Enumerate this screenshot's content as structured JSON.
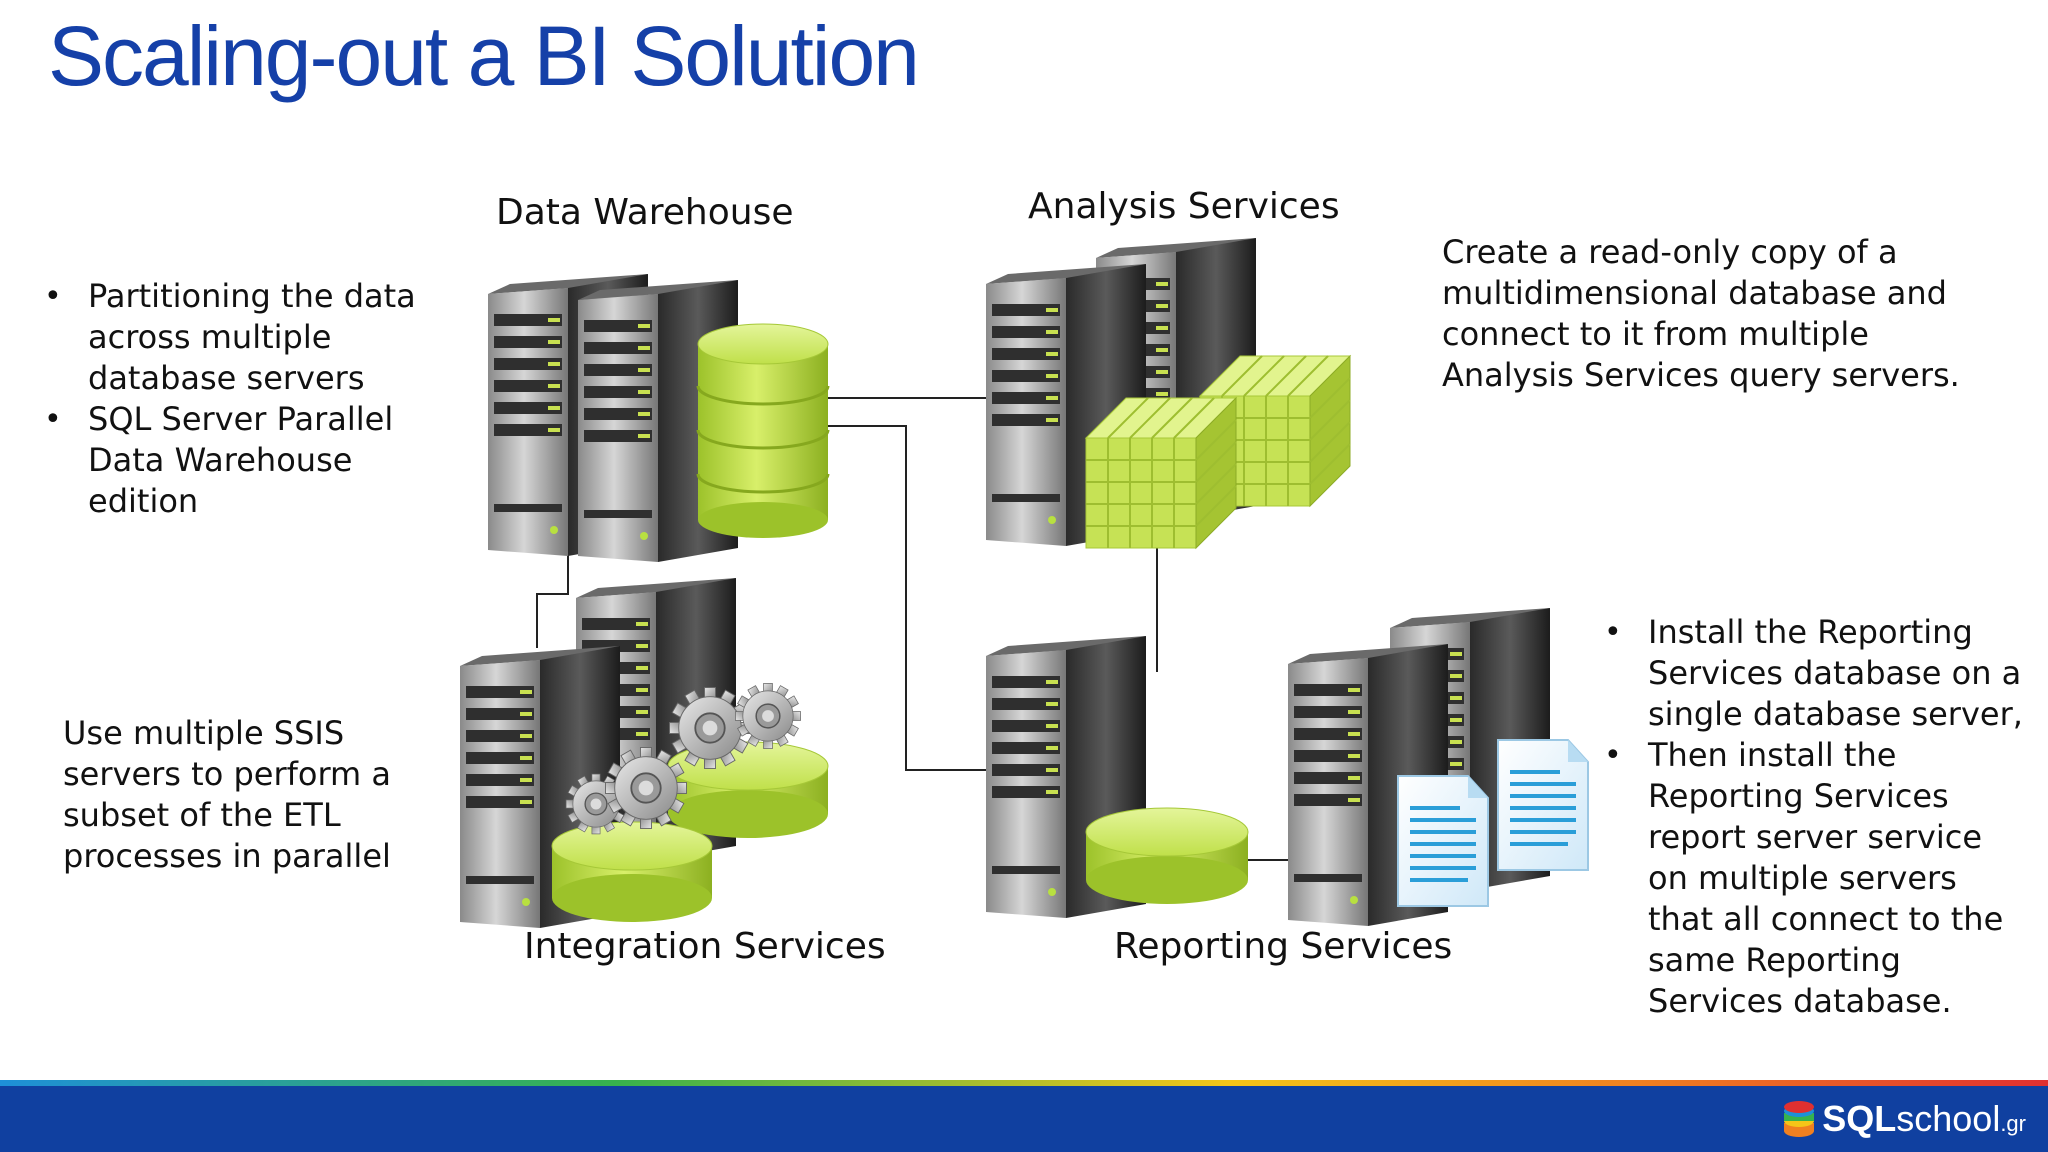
{
  "slide": {
    "title": "Scaling-out a BI Solution"
  },
  "labels": {
    "data_warehouse": "Data Warehouse",
    "analysis_services": "Analysis Services",
    "integration_services": "Integration Services",
    "reporting_services": "Reporting Services"
  },
  "left_bullets": [
    "Partitioning the data across multiple database servers",
    "SQL Server Parallel Data Warehouse edition"
  ],
  "ssis_note": "Use multiple SSIS servers to perform a subset of the ETL processes in parallel",
  "analysis_note": "Create a read-only copy of a multidimensional database and connect to it from multiple Analysis Services query servers.",
  "right_bullets": [
    "Install the Reporting Services database on a single database server,",
    "Then install the Reporting Services report server service on multiple servers that all connect to the same Reporting Services database."
  ],
  "footer": {
    "logo_bold": "SQL",
    "logo_light": "school",
    "logo_suffix": ".gr"
  },
  "colors": {
    "title": "#1540a8",
    "accent_green": "#b8d845",
    "footer_bg": "#1040a0",
    "server_dark": "#3a3a3a",
    "document_blue": "#2a9ed8"
  },
  "icons": {
    "servers": "server-tower-icon",
    "database": "database-cylinder-icon",
    "cube": "olap-cube-icon",
    "gears": "gears-icon",
    "report": "report-document-icon"
  }
}
